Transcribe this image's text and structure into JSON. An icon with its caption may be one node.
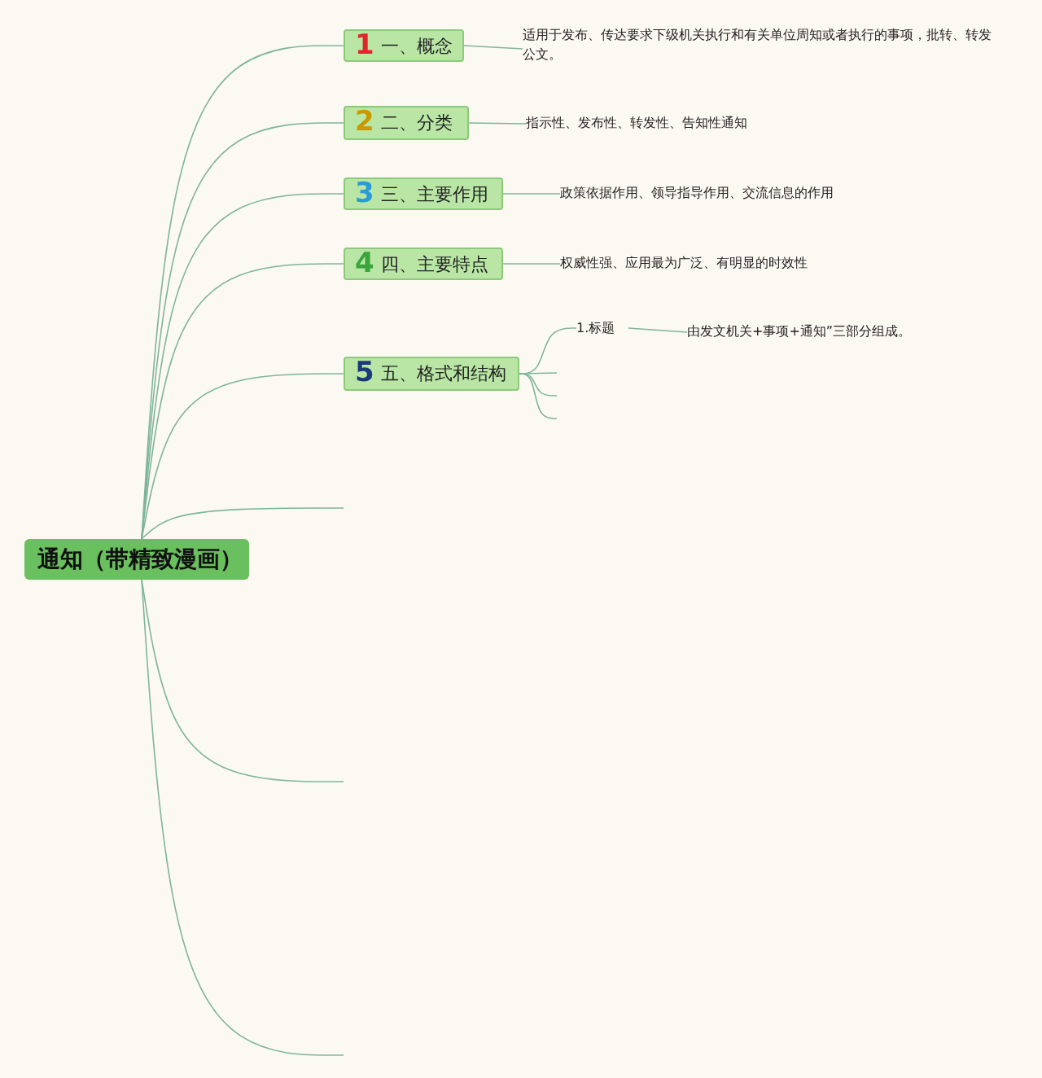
{
  "diagram": {
    "nodes": [
      {
        "text": [
          "通知（带精致漫画）"
        ]
      },
      {
        "text": [
          "1",
          "一、概念"
        ]
      },
      {
        "text": [
          "适用于发布、传达要求下级机关执行和有关单位周知或者执行的事项，批转、转发公文。"
        ]
      },
      {
        "text": [
          "2",
          "二、分类"
        ]
      },
      {
        "text": [
          "指示性、发布性、转发性、告知性通知"
        ]
      },
      {
        "text": [
          "3",
          "三、主要作用"
        ]
      },
      {
        "text": [
          "政策依据作用、领导指导作用、交流信息的作用"
        ]
      },
      {
        "text": [
          "4",
          "四、主要特点"
        ]
      },
      {
        "text": [
          "权威性强、应用最为广泛、有明显的时效性"
        ]
      },
      {
        "text": [
          "5",
          "五、格式和结构"
        ]
      },
      {
        "text": [
          "1.标题"
        ]
      },
      {
        "text": [
          "由发文机关+事项+通知”三部分组成。"
        ]
      }
    ],
    "edges": [
      {
        "from": 0,
        "to": 1,
        "arrow": "none"
      },
      {
        "from": 1,
        "to": 2,
        "arrow": "none"
      },
      {
        "from": 0,
        "to": 3,
        "arrow": "none"
      },
      {
        "from": 3,
        "to": 4,
        "arrow": "none"
      },
      {
        "from": 0,
        "to": 5,
        "arrow": "none"
      },
      {
        "from": 5,
        "to": 6,
        "arrow": "none"
      },
      {
        "from": 0,
        "to": 7,
        "arrow": "none"
      },
      {
        "from": 7,
        "to": 8,
        "arrow": "none"
      },
      {
        "from": 0,
        "to": 9,
        "arrow": "none"
      },
      {
        "from": 9,
        "to": 10,
        "arrow": "none"
      },
      {
        "from": 10,
        "to": 11,
        "arrow": "none"
      },
      {
        "from": 9,
        "to": null,
        "arrow": "none"
      },
      {
        "from": 9,
        "to": null,
        "arrow": "none"
      },
      {
        "from": 9,
        "to": null,
        "arrow": "none"
      },
      {
        "from": 0,
        "to": null,
        "arrow": "none"
      },
      {
        "from": 0,
        "to": null,
        "arrow": "none"
      },
      {
        "from": 0,
        "to": null,
        "arrow": "none"
      }
    ]
  }
}
